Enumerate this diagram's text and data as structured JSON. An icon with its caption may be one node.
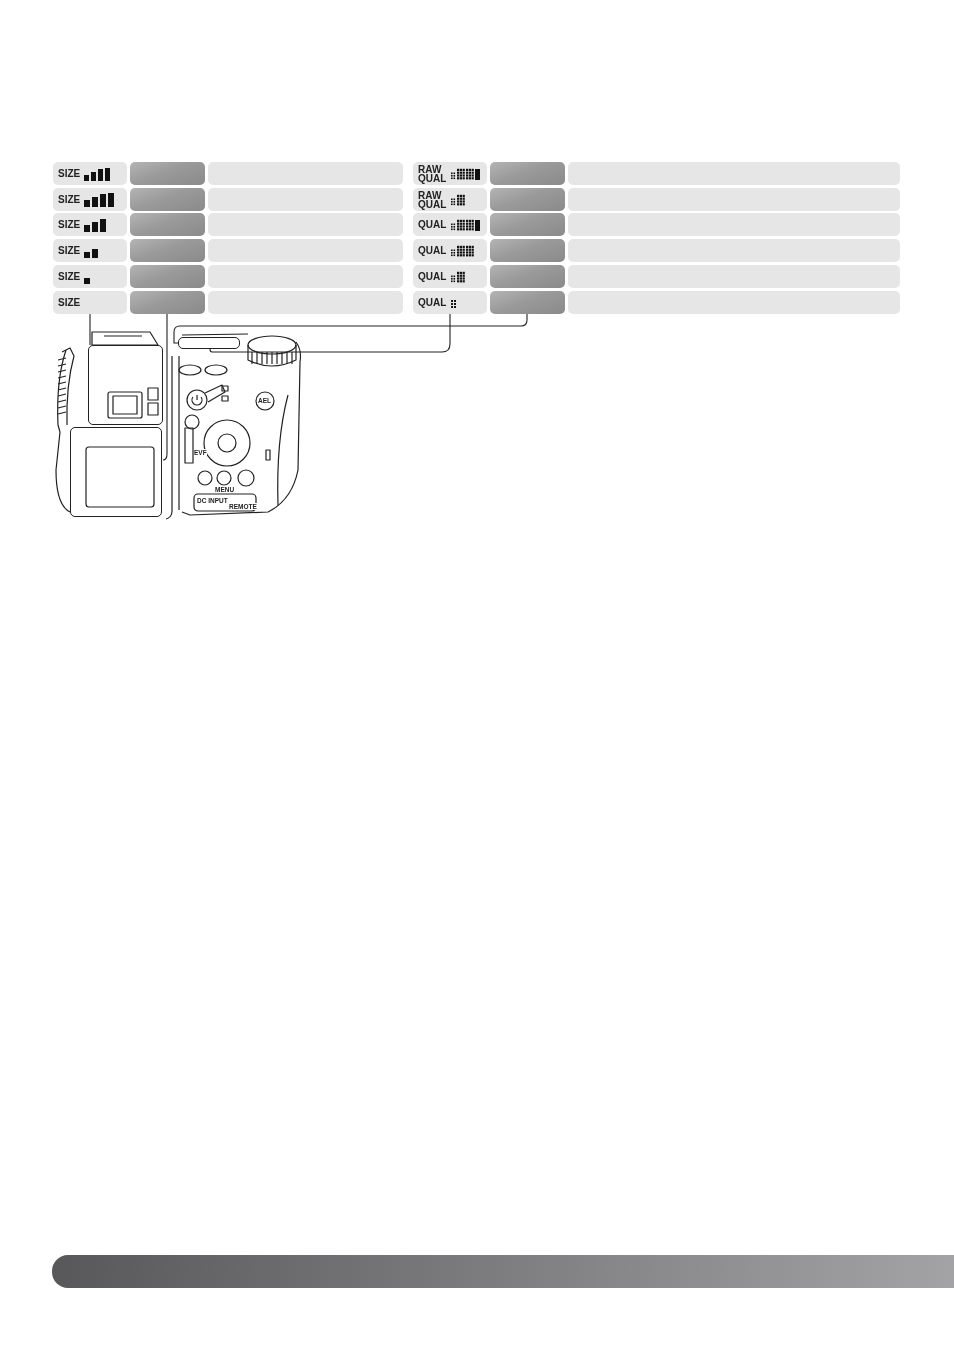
{
  "diagram": {
    "nodes": [
      {
        "text": [
          "SIZE"
        ]
      },
      {
        "text": [],
        "shape": "box"
      },
      {
        "text": [],
        "shape": "box"
      },
      {
        "text": [
          "RAW QUAL"
        ]
      },
      {
        "text": [],
        "shape": "box"
      },
      {
        "text": [],
        "shape": "box"
      },
      {
        "text": [
          "SIZE"
        ]
      },
      {
        "text": [],
        "shape": "box"
      },
      {
        "text": [],
        "shape": "box"
      },
      {
        "text": [
          "RAW QUAL"
        ]
      },
      {
        "text": [],
        "shape": "box"
      },
      {
        "text": [],
        "shape": "box"
      },
      {
        "text": [
          "SIZE"
        ]
      },
      {
        "text": [],
        "shape": "box"
      },
      {
        "text": [],
        "shape": "box"
      },
      {
        "text": [
          "QUAL"
        ]
      },
      {
        "text": [],
        "shape": "box"
      },
      {
        "text": [],
        "shape": "box"
      },
      {
        "text": [
          "SIZE"
        ]
      },
      {
        "text": [],
        "shape": "box"
      },
      {
        "text": [],
        "shape": "box"
      },
      {
        "text": [
          "QUAL"
        ]
      },
      {
        "text": [],
        "shape": "box"
      },
      {
        "text": [],
        "shape": "box"
      },
      {
        "text": [
          "SIZE"
        ]
      },
      {
        "text": [],
        "shape": "box"
      },
      {
        "text": [],
        "shape": "box"
      },
      {
        "text": [
          "QUAL"
        ]
      },
      {
        "text": [],
        "shape": "box"
      },
      {
        "text": [],
        "shape": "box"
      },
      {
        "text": [
          "SIZE"
        ]
      },
      {
        "text": [],
        "shape": "box"
      },
      {
        "text": [],
        "shape": "box"
      },
      {
        "text": [
          "QUAL"
        ]
      },
      {
        "text": [],
        "shape": "box"
      },
      {
        "text": [],
        "shape": "box"
      },
      {
        "text": [],
        "shape": "picture"
      },
      {
        "text": [],
        "shape": "box",
        "in": 36
      },
      {
        "text": [],
        "shape": "box",
        "in": 36
      },
      {
        "text": [],
        "shape": "box",
        "in": 36
      }
    ],
    "edges": [
      {
        "from": 30,
        "to": 37,
        "arrow": "none"
      },
      {
        "from": 31,
        "to": 38,
        "arrow": "none"
      },
      {
        "from": 33,
        "to": 39,
        "arrow": "none"
      },
      {
        "from": 34,
        "to": 39,
        "arrow": "none"
      }
    ],
    "labels": [
      "AEL",
      "EVF",
      "MENU",
      "DC INPUT",
      "REMOTE"
    ]
  }
}
